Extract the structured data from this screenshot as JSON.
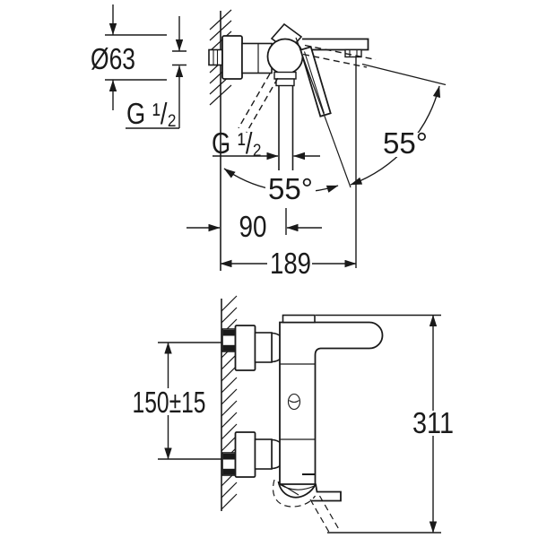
{
  "drawing": {
    "type": "technical-dimension-diagram",
    "colors": {
      "background": "#ffffff",
      "line": "#1a1a1a"
    },
    "top_view": {
      "dim_diameter": "Ø63",
      "dim_thread_inlet": "G ¹/₂",
      "dim_thread_outlet": "G ¹/₂",
      "dim_angle_left": "55°",
      "dim_angle_right": "55°",
      "dim_depth": "90",
      "dim_projection": "189"
    },
    "front_view": {
      "dim_connection_spacing": "150±15",
      "dim_overall_height": "311"
    }
  }
}
